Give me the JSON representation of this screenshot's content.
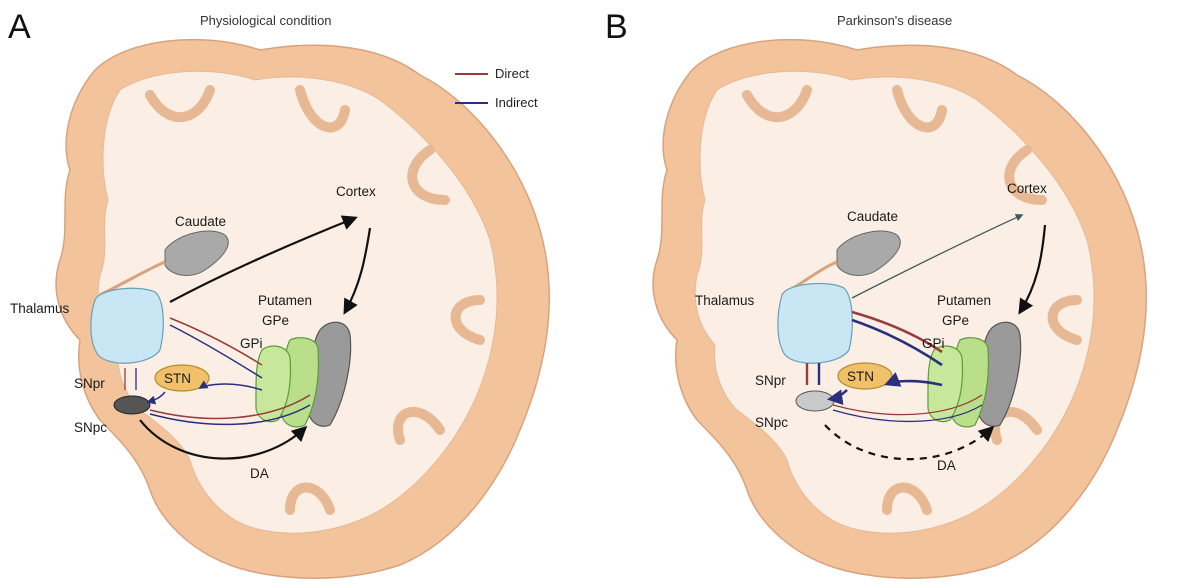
{
  "panels": [
    {
      "letter": "A",
      "title": "Physiological condition",
      "labels": {
        "cortex": "Cortex",
        "caudate": "Caudate",
        "thalamus": "Thalamus",
        "putamen": "Putamen",
        "gpe": "GPe",
        "gpi": "GPi",
        "stn": "STN",
        "snpr": "SNpr",
        "snpc": "SNpc",
        "da": "DA"
      }
    },
    {
      "letter": "B",
      "title": "Parkinson's disease",
      "labels": {
        "cortex": "Cortex",
        "caudate": "Caudate",
        "thalamus": "Thalamus",
        "putamen": "Putamen",
        "gpe": "GPe",
        "gpi": "GPi",
        "stn": "STN",
        "snpr": "SNpr",
        "snpc": "SNpc",
        "da": "DA"
      }
    }
  ],
  "legend": {
    "direct": "Direct",
    "indirect": "Indirect",
    "direct_color": "#9b3a3a",
    "indirect_color": "#2a2f80"
  },
  "colors": {
    "brain_outer": "#f3c49c",
    "brain_inner": "#fbeee4",
    "outline": "#d9a27c",
    "thalamus": "#c8e6f3",
    "caudate": "#a9a9a9",
    "putamen": "#9a9a9a",
    "gp": "#b9df8a",
    "stn": "#f0c06a"
  }
}
